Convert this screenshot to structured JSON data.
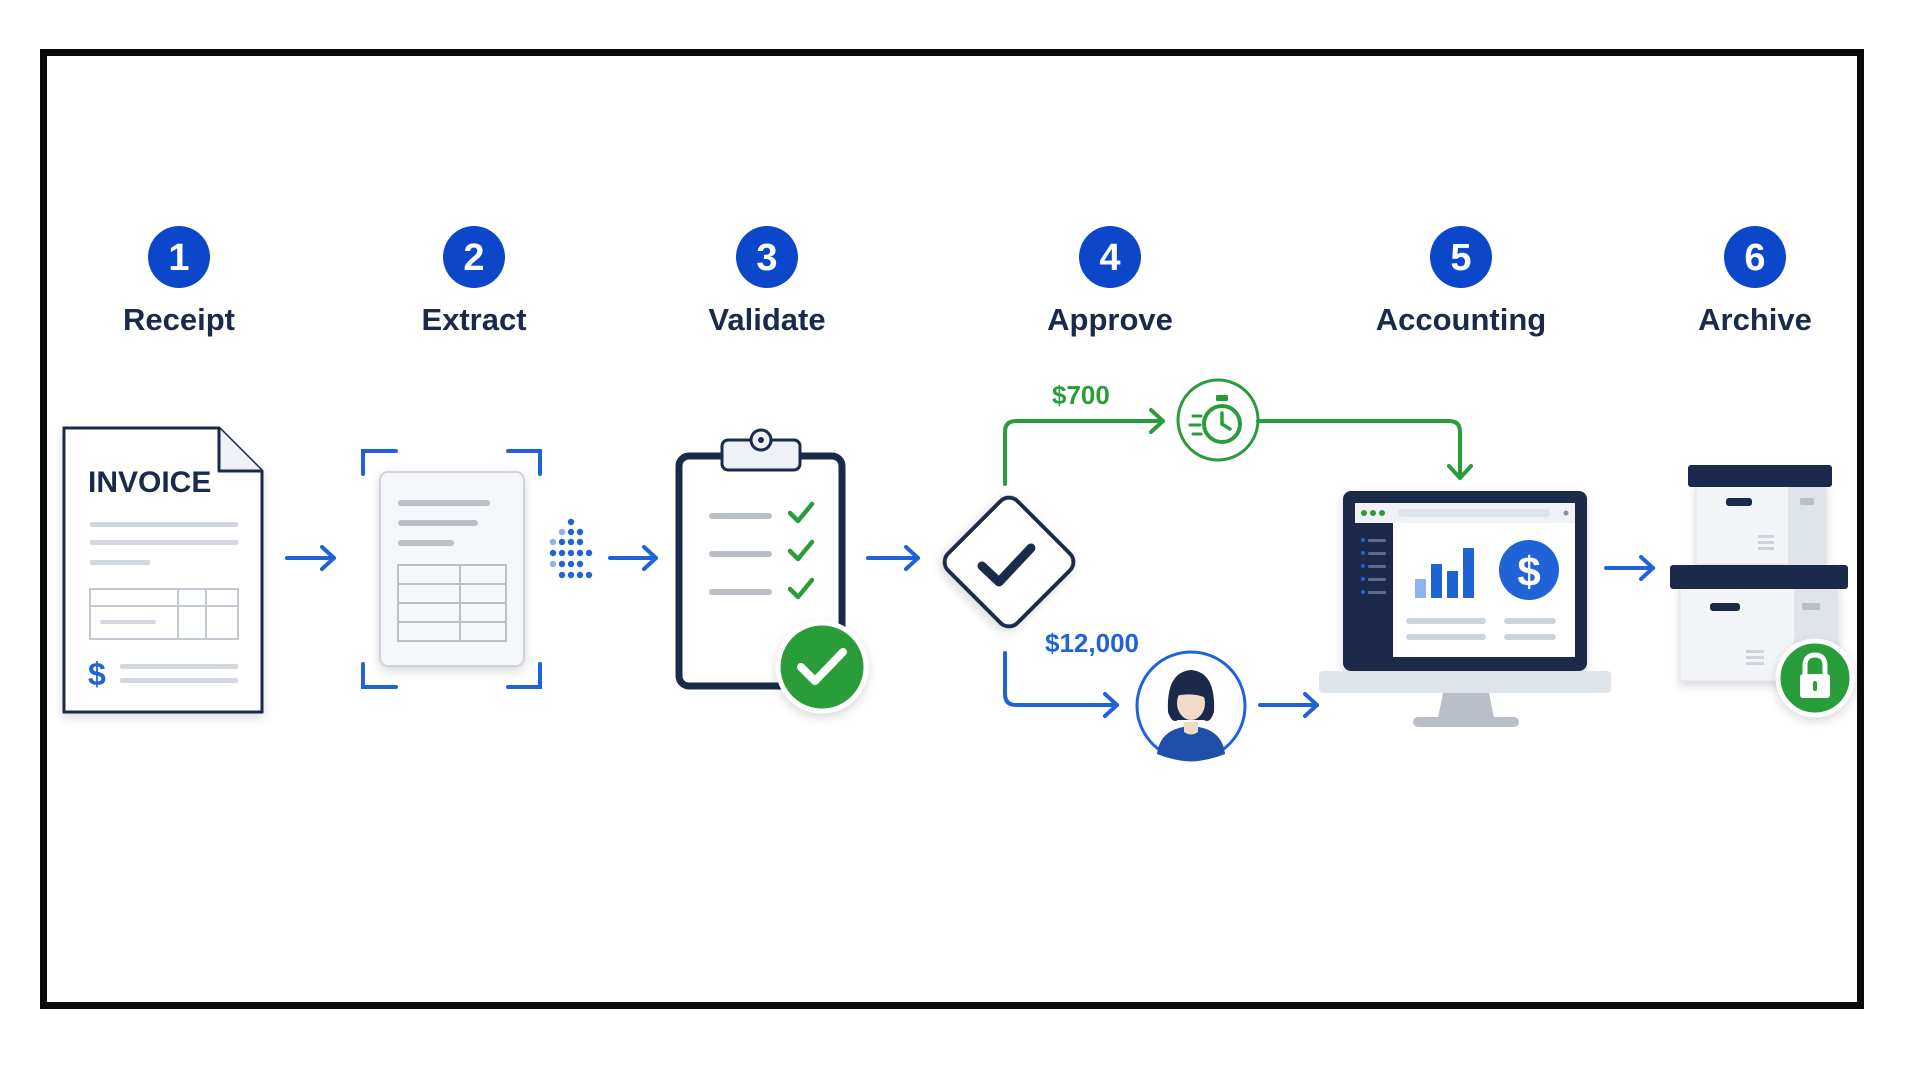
{
  "steps": [
    {
      "number": "1",
      "label": "Receipt"
    },
    {
      "number": "2",
      "label": "Extract"
    },
    {
      "number": "3",
      "label": "Validate"
    },
    {
      "number": "4",
      "label": "Approve"
    },
    {
      "number": "5",
      "label": "Accounting"
    },
    {
      "number": "6",
      "label": "Archive"
    }
  ],
  "invoice_doc": {
    "title": "INVOICE",
    "currency_symbol": "$"
  },
  "approval": {
    "low_amount": "$700",
    "high_amount": "$12,000",
    "low_path_icon": "stopwatch-icon",
    "high_path_icon": "person-approver-icon",
    "decision_icon": "checkmark-diamond-icon"
  },
  "accounting": {
    "currency_symbol": "$",
    "icons": [
      "monitor-icon",
      "bar-chart-icon",
      "dollar-coin-icon"
    ]
  },
  "archive": {
    "icons": [
      "storage-box-icon",
      "padlock-icon"
    ]
  },
  "colors": {
    "step_badge": "#0d47c9",
    "label_text": "#1b2a4a",
    "flow_arrow": "#1f63d6",
    "low_path": "#2a9d3a",
    "high_path": "#1f63d6",
    "success_green": "#2a9d3a",
    "navy": "#1b2a4a"
  }
}
